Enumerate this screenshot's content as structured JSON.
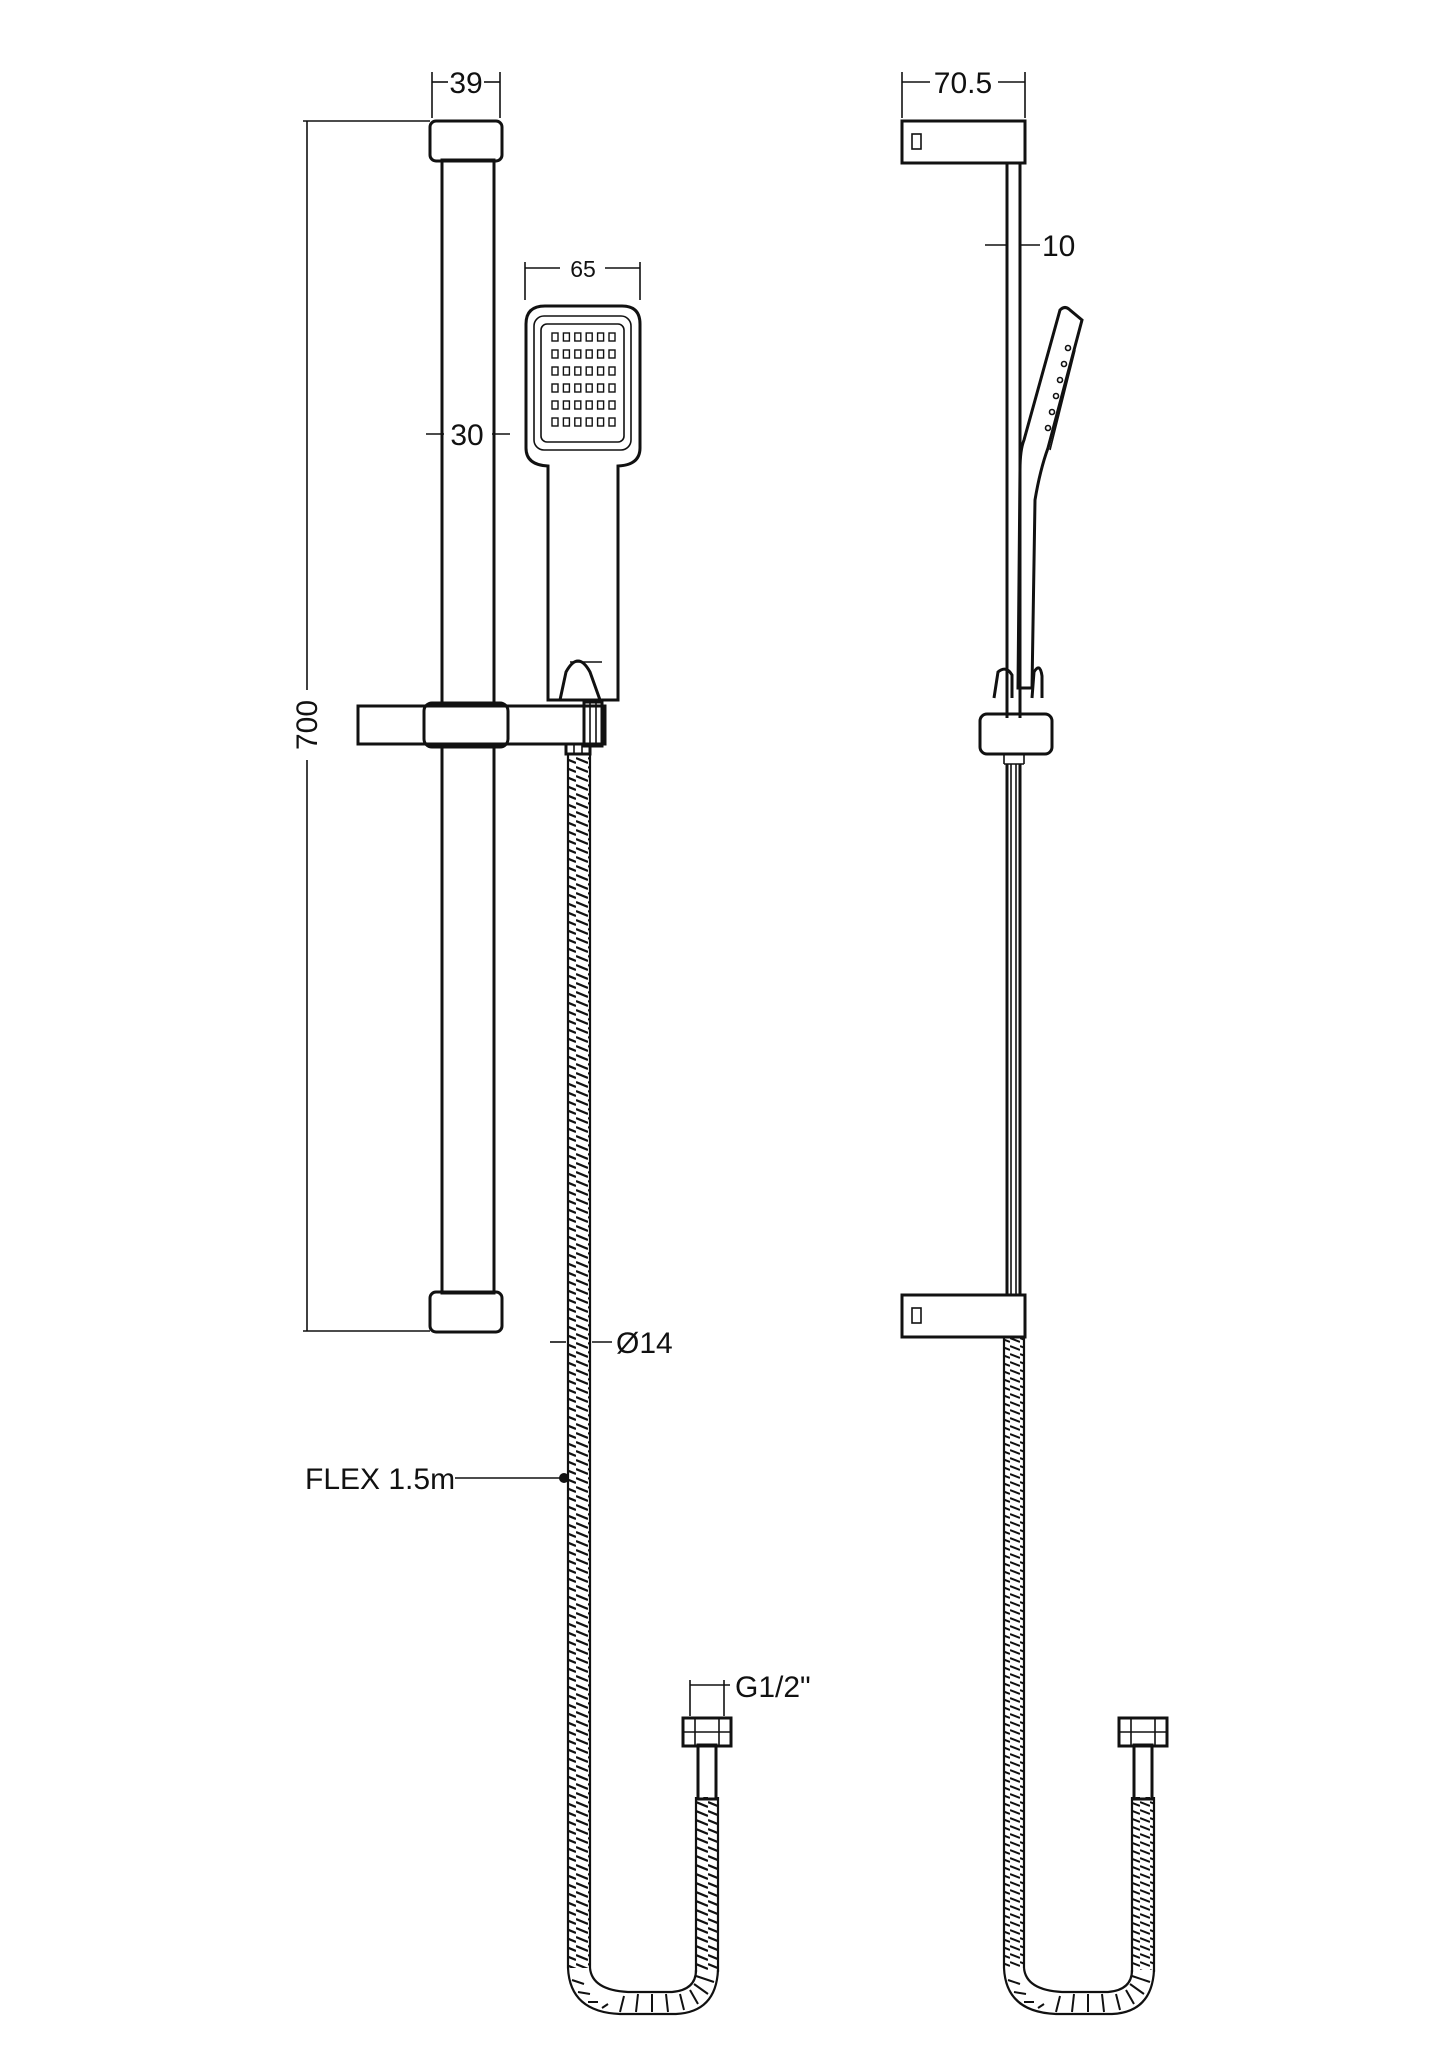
{
  "front_view": {
    "bar_width_label": "39",
    "bar_length_label": "700",
    "rail_diameter_label": "30",
    "handset_width_label": "65",
    "hose_diameter_label": "Ø14",
    "hose_length_label": "FLEX 1.5m",
    "connector_thread_label": "G1/2\""
  },
  "side_view": {
    "bracket_depth_label": "70.5",
    "rail_offset_label": "10"
  }
}
